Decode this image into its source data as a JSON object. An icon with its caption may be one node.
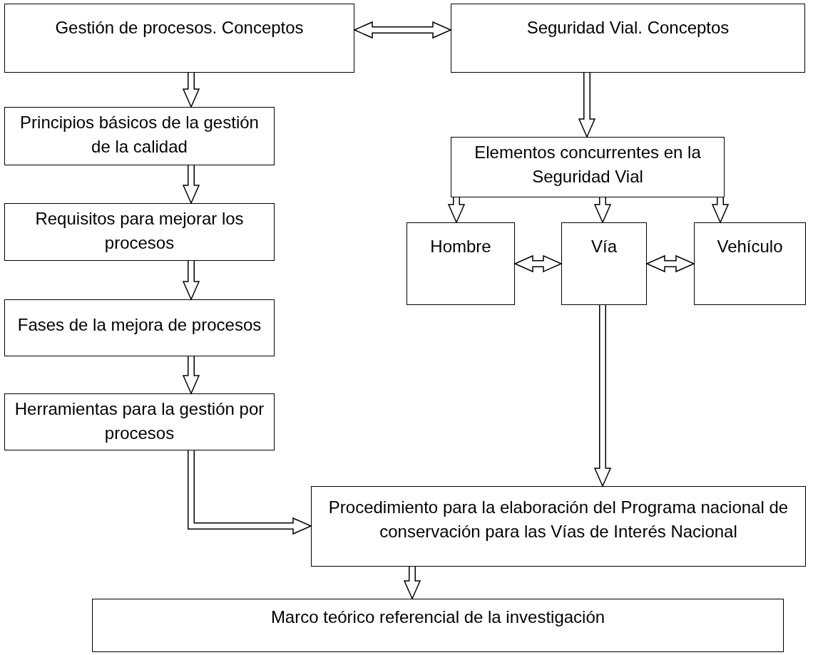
{
  "diagram": {
    "nodes": [
      {
        "text": [
          "Gestión de procesos. Conceptos"
        ]
      },
      {
        "text": [
          "Seguridad Vial. Conceptos"
        ]
      },
      {
        "text": [
          "Principios básicos de la gestión de la calidad"
        ]
      },
      {
        "text": [
          "Requisitos para mejorar los procesos"
        ]
      },
      {
        "text": [
          "Fases de la mejora de procesos"
        ]
      },
      {
        "text": [
          "Herramientas para la gestión por procesos"
        ]
      },
      {
        "text": [
          "Elementos concurrentes en la Seguridad Vial"
        ]
      },
      {
        "text": [
          "Hombre"
        ]
      },
      {
        "text": [
          "Vía"
        ]
      },
      {
        "text": [
          "Vehículo"
        ]
      },
      {
        "text": [
          "Procedimiento para la elaboración del Programa nacional de conservación para las Vías de Interés Nacional"
        ]
      },
      {
        "text": [
          "Marco teórico referencial de la investigación"
        ]
      }
    ],
    "edges": [
      {
        "from": 0,
        "to": 1,
        "arrow": "both"
      },
      {
        "from": 0,
        "to": 2,
        "arrow": "to"
      },
      {
        "from": 1,
        "to": 6,
        "arrow": "to"
      },
      {
        "from": 2,
        "to": 3,
        "arrow": "to"
      },
      {
        "from": 3,
        "to": 4,
        "arrow": "to"
      },
      {
        "from": 4,
        "to": 5,
        "arrow": "to"
      },
      {
        "from": 6,
        "to": 7,
        "arrow": "to"
      },
      {
        "from": 6,
        "to": 8,
        "arrow": "to"
      },
      {
        "from": 6,
        "to": 9,
        "arrow": "to"
      },
      {
        "from": 7,
        "to": 8,
        "arrow": "both"
      },
      {
        "from": 8,
        "to": 9,
        "arrow": "both"
      },
      {
        "from": 8,
        "to": 10,
        "arrow": "to"
      },
      {
        "from": 5,
        "to": 10,
        "arrow": "to"
      },
      {
        "from": 10,
        "to": 11,
        "arrow": "to"
      }
    ]
  }
}
